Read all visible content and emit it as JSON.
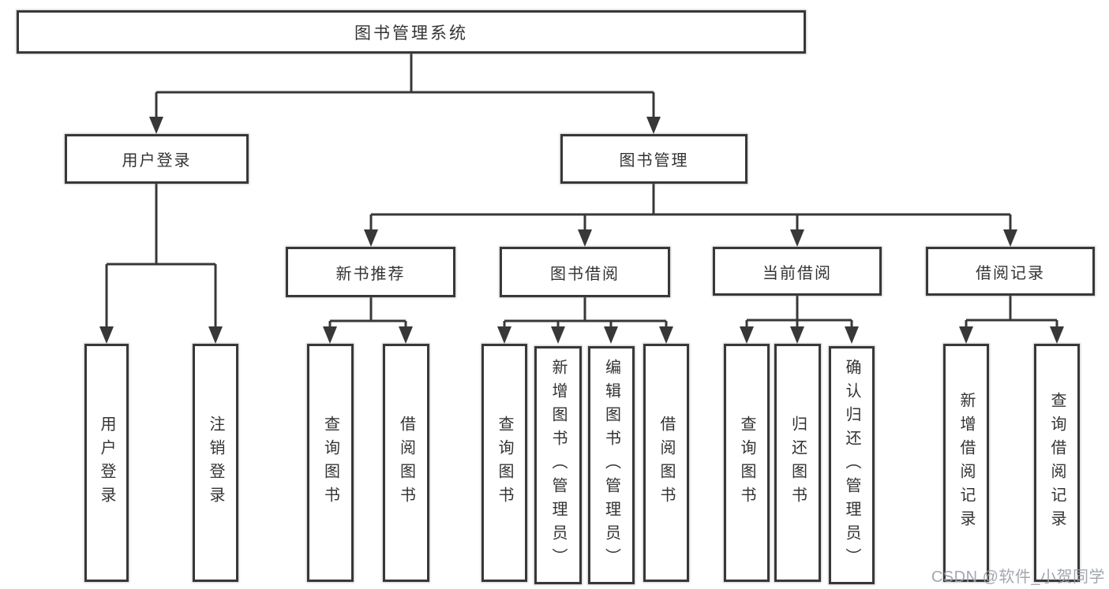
{
  "diagram_title": "图书管理系统",
  "nodes": {
    "root": "图书管理系统",
    "user_login": "用户登录",
    "book_mgmt": "图书管理",
    "new_book_rec": "新书推荐",
    "book_borrow": "图书借阅",
    "current_borrow": "当前借阅",
    "borrow_records": "借阅记录",
    "leaf_user_login": "用户登录",
    "leaf_logout": "注销登录",
    "leaf_nbr_query_books": "查询图书",
    "leaf_nbr_borrow_books": "借阅图书",
    "leaf_bb_query_books": "查询图书",
    "leaf_bb_add_books": "新增图书（管理员）",
    "leaf_bb_edit_books": "编辑图书（管理员）",
    "leaf_bb_borrow_books": "借阅图书",
    "leaf_cb_query_books": "查询图书",
    "leaf_cb_return_books": "归还图书",
    "leaf_cb_confirm_return": "确认归还（管理员）",
    "leaf_br_add_record": "新增借阅记录",
    "leaf_br_query_record": "查询借阅记录"
  },
  "watermark": "CSDN @软件_小贺同学",
  "colors": {
    "line": "#383838",
    "text": "#333333",
    "box_background": "#ffffff",
    "page_background": "#ffffff",
    "watermark": "#9ba0aa"
  }
}
